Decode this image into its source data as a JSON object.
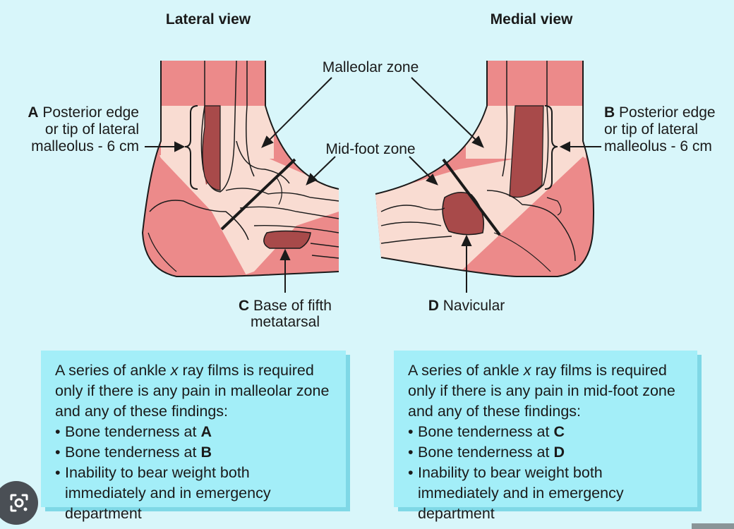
{
  "titles": {
    "lateral": "Lateral view",
    "medial": "Medial view"
  },
  "zones": {
    "malleolar": "Malleolar zone",
    "midfoot": "Mid-foot zone"
  },
  "labels": {
    "a_letter": "A",
    "a_line1": "Posterior edge",
    "a_line2": "or tip of lateral",
    "a_line3": "malleolus - 6 cm",
    "b_letter": "B",
    "b_line1": "Posterior edge",
    "b_line2": "or tip of lateral",
    "b_line3": "malleolus - 6 cm",
    "c_letter": "C",
    "c_line1": "Base of fifth",
    "c_line2": "metatarsal",
    "d_letter": "D",
    "d_line1": "Navicular"
  },
  "left_box": {
    "intro1": "A series of ankle ",
    "intro_x": "x",
    "intro2": " ray films is required only if there is any pain in malleolar zone and any of these findings:",
    "item1_text": "Bone tenderness at ",
    "item1_letter": "A",
    "item2_text": "Bone tenderness at ",
    "item2_letter": "B",
    "item3_text": "Inability to bear weight both immediately and in emergency department"
  },
  "right_box": {
    "intro1": "A series of ankle ",
    "intro_x": "x",
    "intro2": " ray films is required only if there is any pain in mid-foot zone and any of these findings:",
    "item1_text": "Bone tenderness at ",
    "item1_letter": "C",
    "item2_text": "Bone tenderness at ",
    "item2_letter": "D",
    "item3_text": "Inability to bear weight both immediately and in emergency department"
  },
  "icons": {
    "lens": "lens-camera-icon"
  },
  "colors": {
    "background": "#d8f6fa",
    "skin_dark": "#ec8a8a",
    "skin_light": "#f9dcd2",
    "bone_mark": "#a84a4a",
    "box": "#a3eef8"
  }
}
